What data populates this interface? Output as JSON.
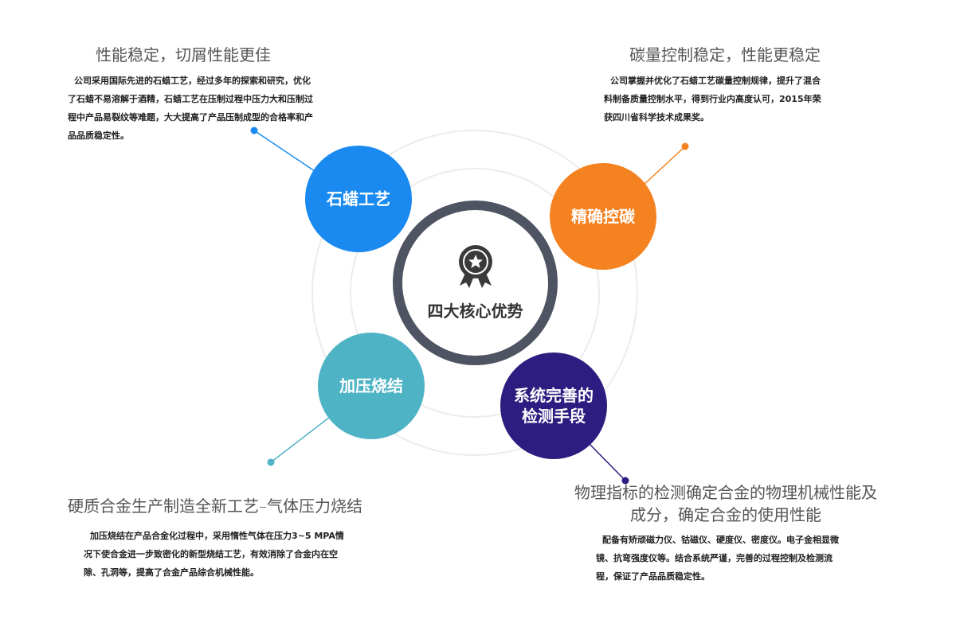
{
  "center": {
    "label": "四大核心优势",
    "icon": "award-badge-icon"
  },
  "colors": {
    "blue": "#1a8af0",
    "orange": "#f58220",
    "teal": "#4fb3c6",
    "purple": "#2e1d80",
    "ring": "#4e5461"
  },
  "nodes": [
    {
      "label": "石蜡工艺",
      "title": "性能稳定，切屑性能更佳",
      "desc": "公司采用国际先进的石蜡工艺，经过多年的探索和研究，优化了石蜡不易溶解于酒精，石蜡工艺在压制过程中压力大和压制过程中产品易裂纹等难题，大大提高了产品压制成型的合格率和产品品质稳定性。"
    },
    {
      "label": "精确控碳",
      "title": "碳量控制稳定，性能更稳定",
      "desc": "公司掌握并优化了石蜡工艺碳量控制规律，提升了混合料制备质量控制水平，得到行业内高度认可，2015年荣获四川省科学技术成果奖。"
    },
    {
      "label": "加压烧结",
      "title": "硬质合金生产制造全新工艺–气体压力烧结",
      "desc": "加压烧结在产品合金化过程中，采用惰性气体在压力3~5 MPA情况下使合金进一步致密化的新型烧结工艺，有效消除了合金内在空隙、孔洞等，提高了合金产品综合机械性能。"
    },
    {
      "label": "系统完善的检测手段",
      "title": "物理指标的检测确定合金的物理机械性能及成分，确定合金的使用性能",
      "desc": "配备有矫顽磁力仪、钴磁仪、硬度仪、密度仪。电子金相显微镜、抗弯强度仪等。结合系统严谨，完善的过程控制及检测流程，保证了产品品质稳定性。"
    }
  ]
}
